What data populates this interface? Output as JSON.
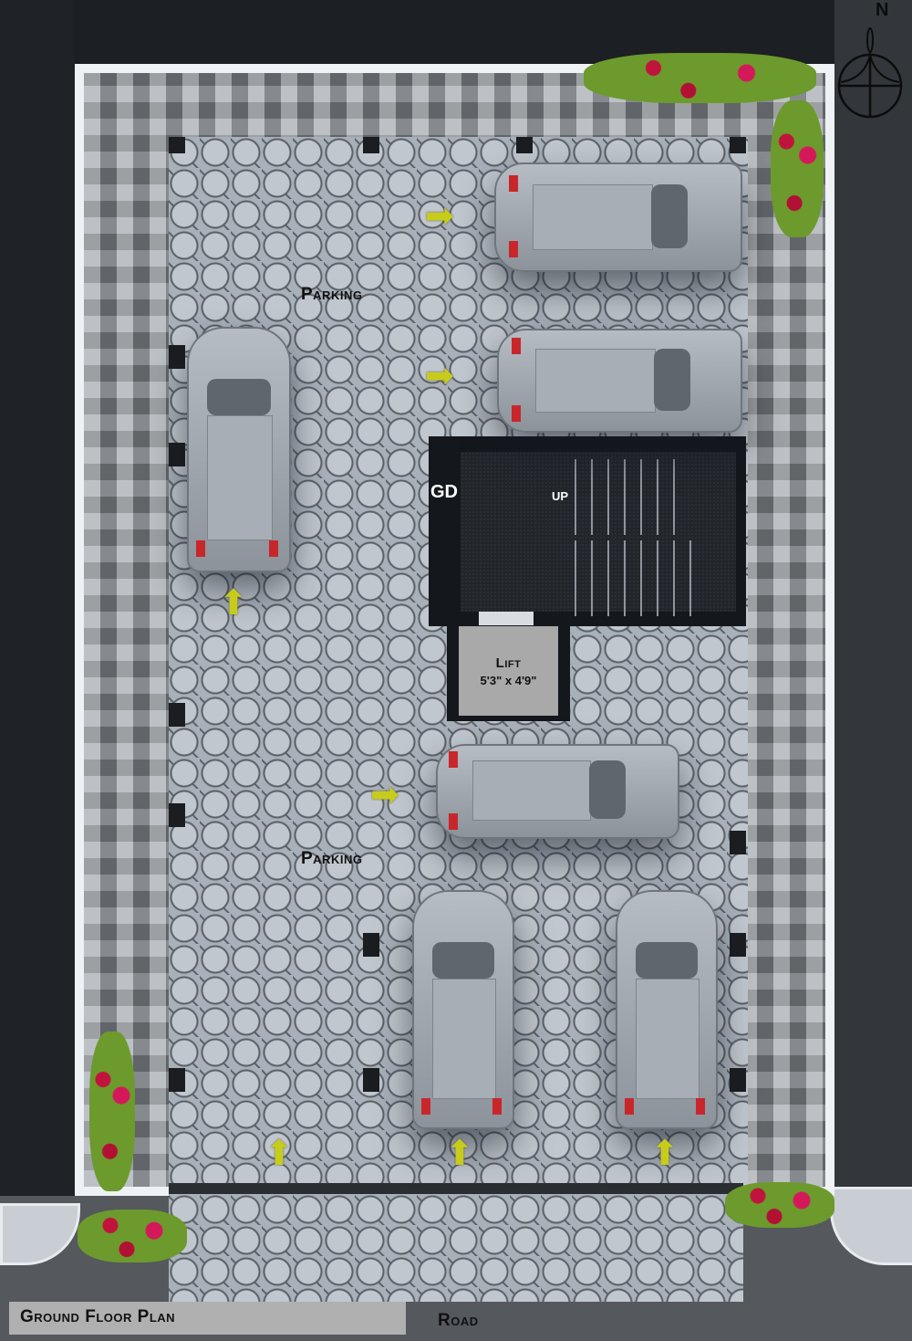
{
  "title": "Ground Floor Plan",
  "road_label": "Road",
  "compass": {
    "icon": "north-arrow-icon",
    "label": "N"
  },
  "labels": {
    "parking_upper": "Parking",
    "parking_lower": "Parking",
    "gd": "GD",
    "up": "UP",
    "lift_title": "Lift",
    "lift_size": "5'3\" x 4'9\""
  },
  "colors": {
    "arrow": "#c7cc1b",
    "boundary_wall": "#eef2f5",
    "stair_block": "#14171c",
    "lift": "#a9a9a9",
    "flowers": "#c0143c",
    "tail_light": "#c8262b"
  },
  "cars": [
    {
      "id": "car-1",
      "orientation": "horizontal",
      "facing": "right"
    },
    {
      "id": "car-2",
      "orientation": "horizontal",
      "facing": "right"
    },
    {
      "id": "car-3",
      "orientation": "vertical",
      "facing": "up"
    },
    {
      "id": "car-4",
      "orientation": "horizontal",
      "facing": "right"
    },
    {
      "id": "car-5",
      "orientation": "vertical",
      "facing": "up"
    },
    {
      "id": "car-6",
      "orientation": "vertical",
      "facing": "up"
    }
  ],
  "arrows": [
    {
      "glyph": "➡"
    },
    {
      "glyph": "➡"
    },
    {
      "glyph": "⬆"
    },
    {
      "glyph": "➡"
    },
    {
      "glyph": "⬆"
    },
    {
      "glyph": "⬆"
    },
    {
      "glyph": "⬆"
    }
  ]
}
